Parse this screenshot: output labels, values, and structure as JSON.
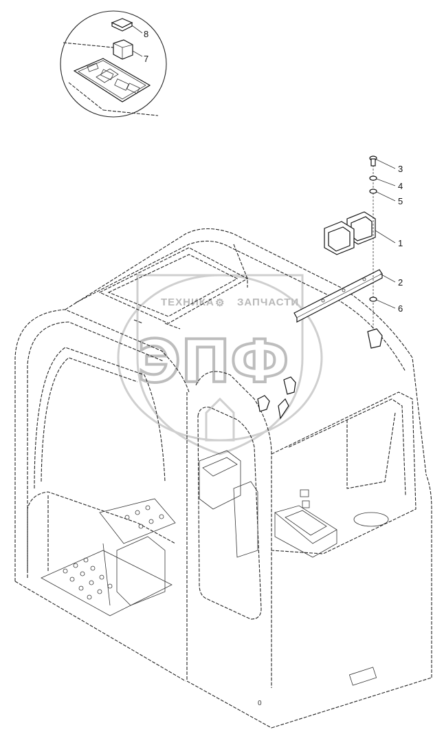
{
  "watermark": {
    "left_text": "ТЕХНИКА",
    "right_text": "ЗАПЧАСТИ",
    "logo_letters": "ЭПФ"
  },
  "callouts": [
    {
      "id": "callout-8",
      "label": "8"
    },
    {
      "id": "callout-7",
      "label": "7"
    },
    {
      "id": "callout-3",
      "label": "3"
    },
    {
      "id": "callout-4",
      "label": "4"
    },
    {
      "id": "callout-5",
      "label": "5"
    },
    {
      "id": "callout-1",
      "label": "1"
    },
    {
      "id": "callout-2",
      "label": "2"
    },
    {
      "id": "callout-6",
      "label": "6"
    }
  ],
  "colors": {
    "line": "#222222",
    "watermark": "#bdbdbd",
    "background": "#ffffff"
  }
}
